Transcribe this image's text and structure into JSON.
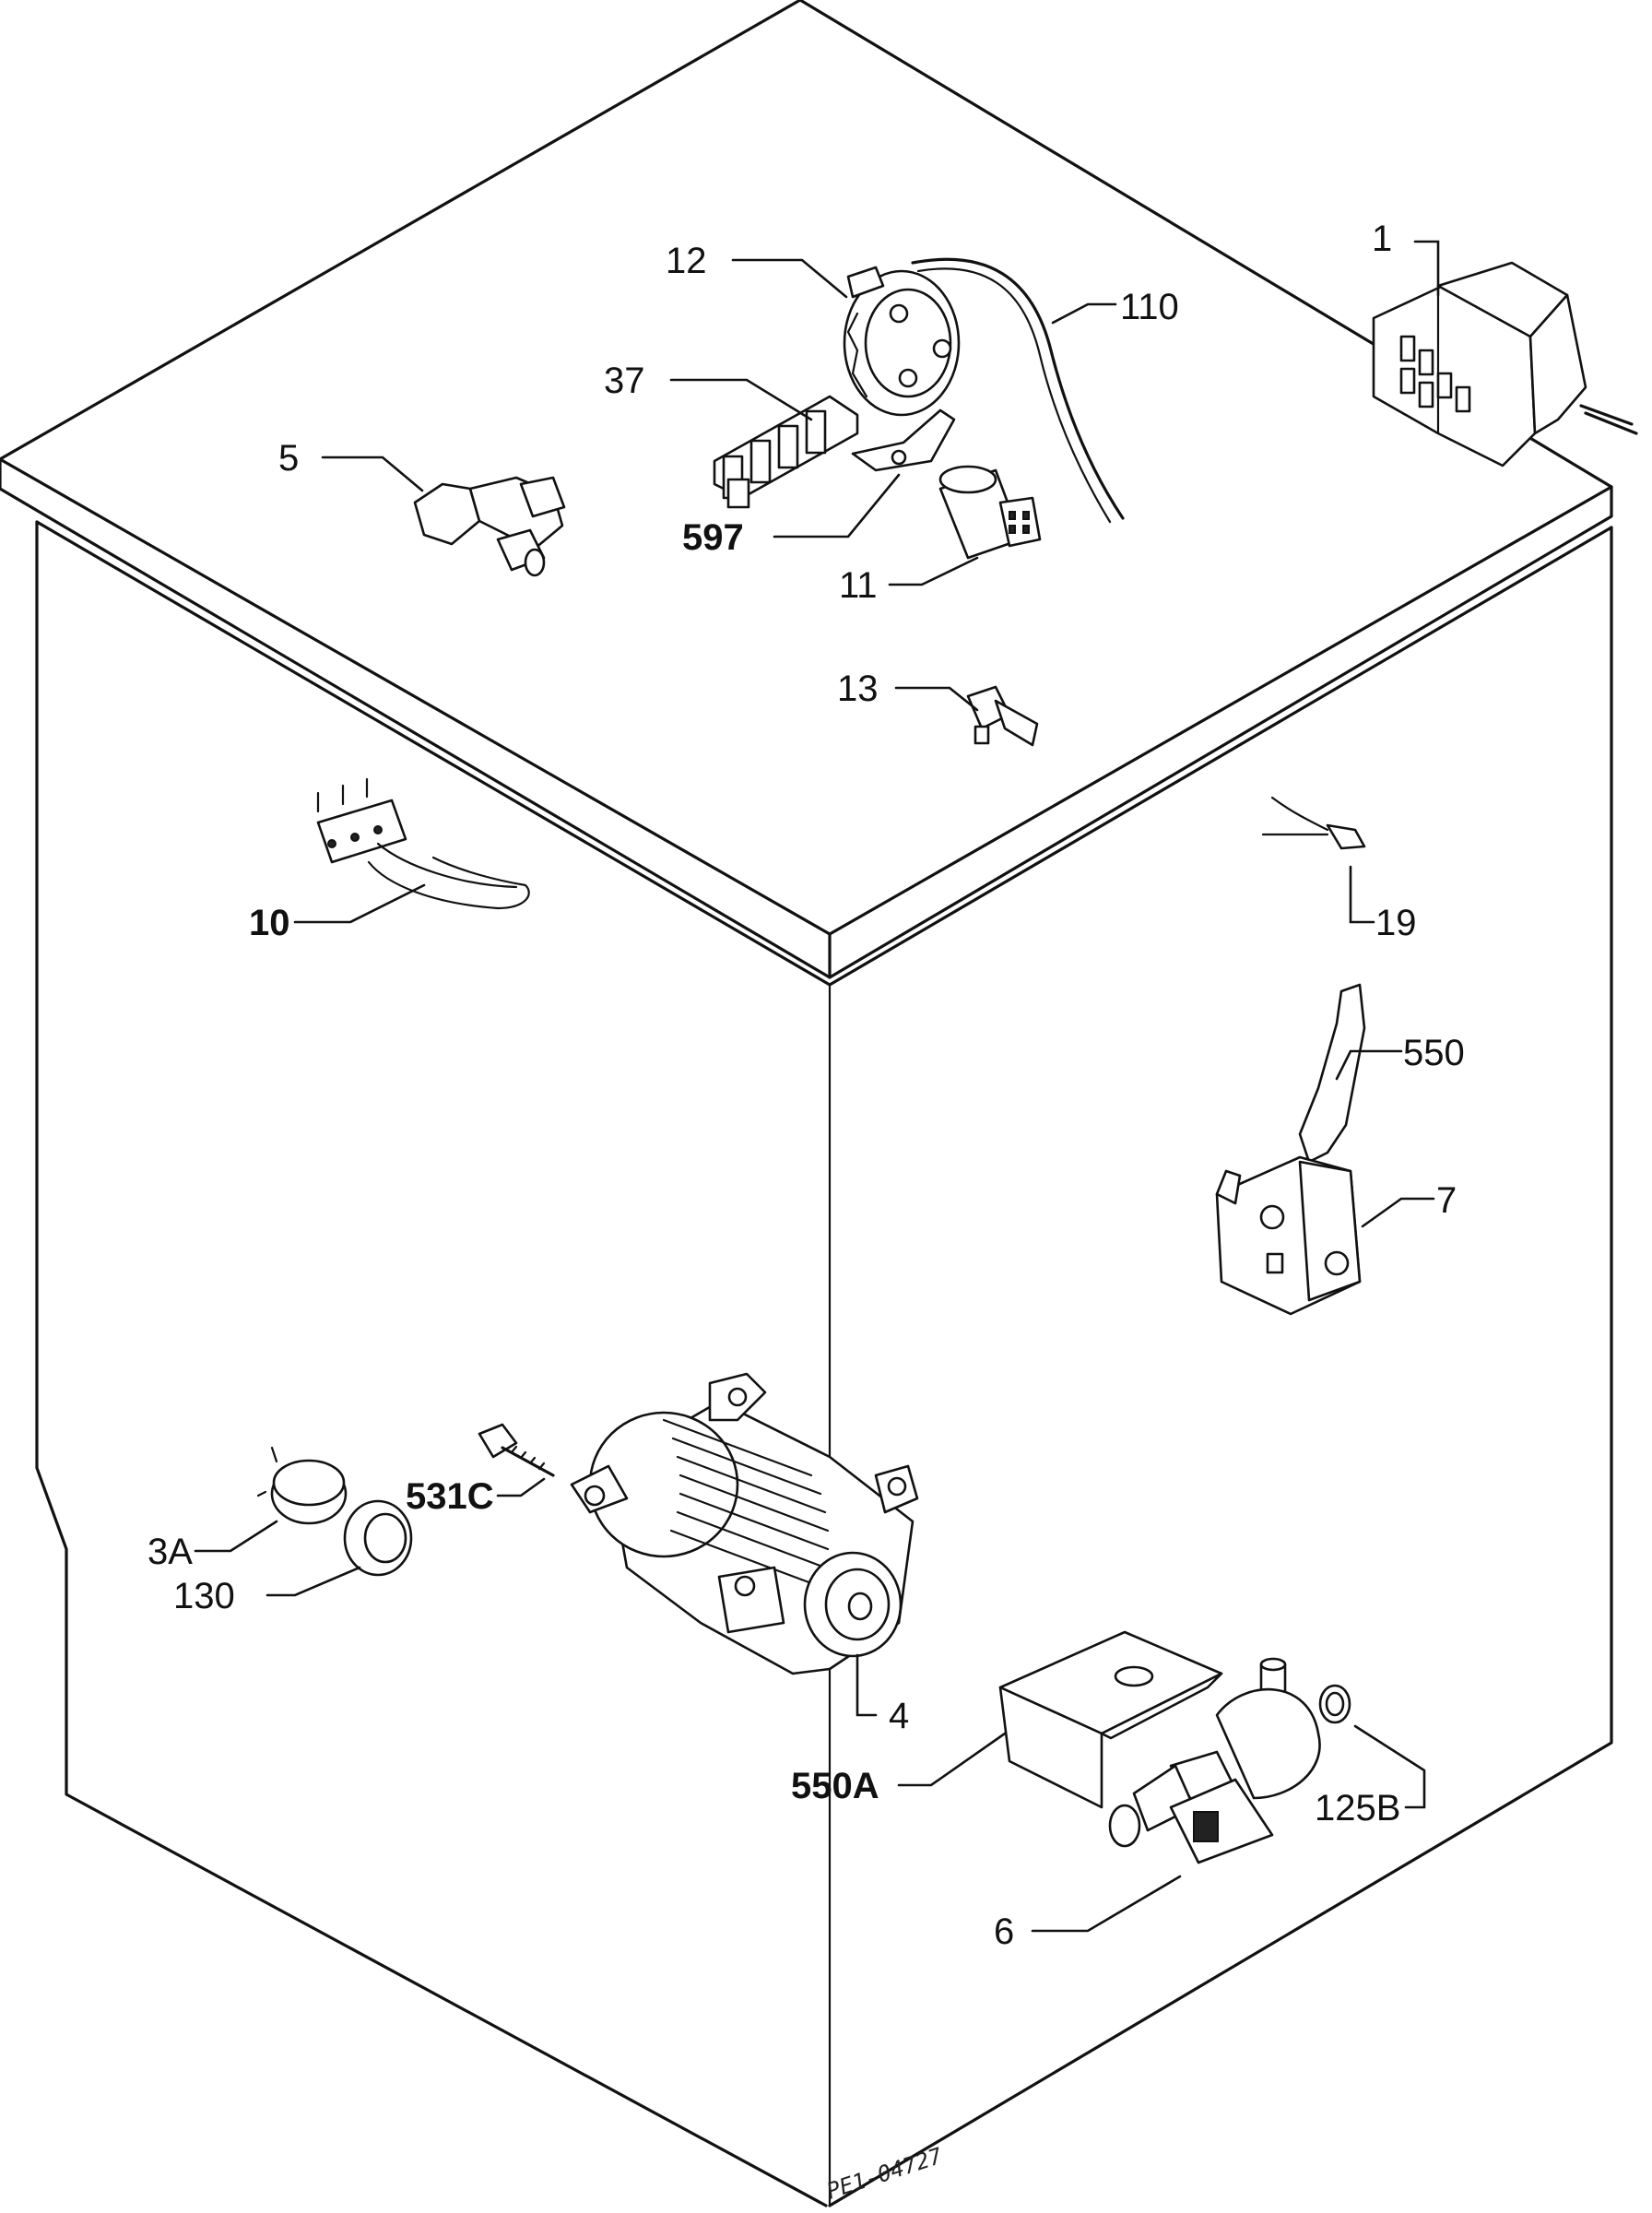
{
  "parts": [
    {
      "id": "p1",
      "label": "1"
    },
    {
      "id": "p12",
      "label": "12"
    },
    {
      "id": "p110",
      "label": "110"
    },
    {
      "id": "p37",
      "label": "37"
    },
    {
      "id": "p5",
      "label": "5"
    },
    {
      "id": "p597",
      "label": "597"
    },
    {
      "id": "p11",
      "label": "11"
    },
    {
      "id": "p13",
      "label": "13"
    },
    {
      "id": "p10",
      "label": "10"
    },
    {
      "id": "p19",
      "label": "19"
    },
    {
      "id": "p550",
      "label": "550"
    },
    {
      "id": "p7",
      "label": "7"
    },
    {
      "id": "p531c",
      "label": "531C"
    },
    {
      "id": "p3a",
      "label": "3A"
    },
    {
      "id": "p130",
      "label": "130"
    },
    {
      "id": "p4",
      "label": "4"
    },
    {
      "id": "p550a",
      "label": "550A"
    },
    {
      "id": "p125b",
      "label": "125B"
    },
    {
      "id": "p6",
      "label": "6"
    }
  ],
  "drawing_reference": "PE1-04727"
}
